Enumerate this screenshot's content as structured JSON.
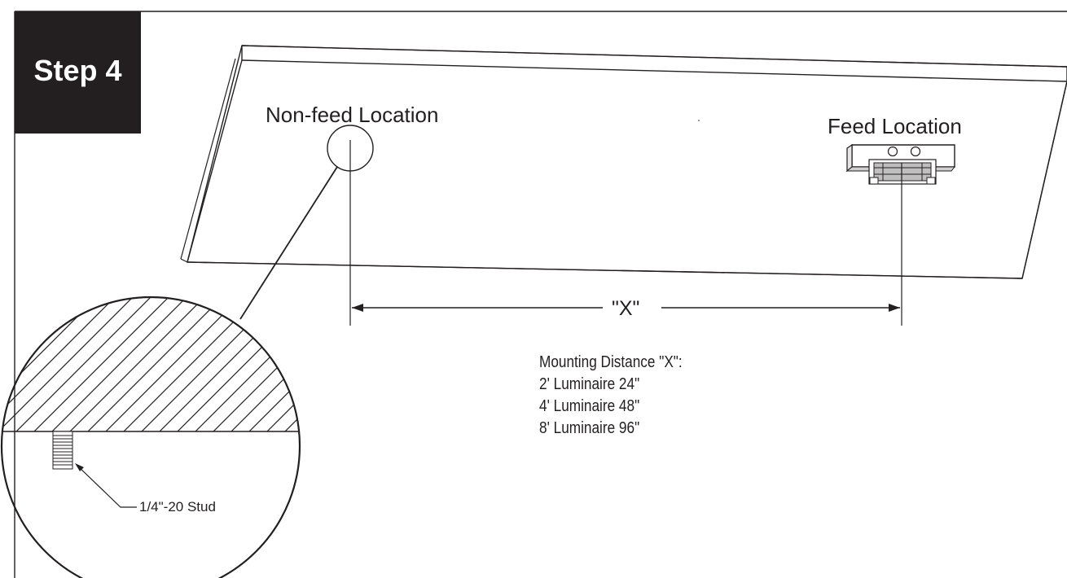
{
  "step": {
    "label": "Step 4"
  },
  "labels": {
    "non_feed": "Non-feed Location",
    "feed": "Feed Location",
    "dimension": "\"X\"",
    "stud": "1/4\"-20 Stud"
  },
  "mounting": {
    "heading": "Mounting Distance \"X\":",
    "items": [
      "2' Luminaire 24\"",
      "4' Luminaire 48\"",
      "8' Luminaire 96\""
    ]
  },
  "colors": {
    "ink": "#231f20",
    "background": "#ffffff"
  }
}
